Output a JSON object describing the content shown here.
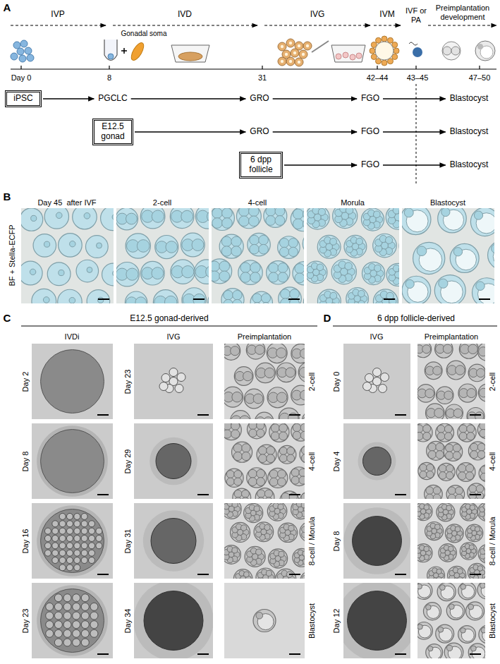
{
  "diagram": {
    "nodes": [
      {
        "text": [
          "iPSC"
        ]
      },
      {
        "text": [
          "PGCLC"
        ]
      },
      {
        "text": [
          "GRO"
        ]
      },
      {
        "text": [
          "FGO"
        ]
      },
      {
        "text": [
          "Blastocyst"
        ]
      },
      {
        "text": [
          "E12.5 gonad"
        ]
      },
      {
        "text": [
          "GRO"
        ]
      },
      {
        "text": [
          "FGO"
        ]
      },
      {
        "text": [
          "Blastocyst"
        ]
      },
      {
        "text": [
          "6 dpp follicle"
        ]
      },
      {
        "text": [
          "FGO"
        ]
      },
      {
        "text": [
          "Blastocyst"
        ]
      }
    ],
    "edges": [
      {
        "from": 0,
        "to": 1,
        "arrow": "to"
      },
      {
        "from": 1,
        "to": 2,
        "arrow": "to"
      },
      {
        "from": 2,
        "to": 3,
        "arrow": "to"
      },
      {
        "from": 3,
        "to": 4,
        "arrow": "to"
      },
      {
        "from": 5,
        "to": 6,
        "arrow": "to"
      },
      {
        "from": 6,
        "to": 7,
        "arrow": "to"
      },
      {
        "from": 7,
        "to": 8,
        "arrow": "to"
      },
      {
        "from": 9,
        "to": 10,
        "arrow": "to"
      },
      {
        "from": 10,
        "to": 11,
        "arrow": "to"
      }
    ],
    "labels": [
      "A",
      "IVP",
      "IVD",
      "IVG",
      "IVM",
      "IVF or PA",
      "Preimplantation development",
      "Gonadal soma",
      "Day 0",
      "8",
      "31",
      "42–44",
      "43–45",
      "47–50",
      "B",
      "Day 45  after IVF",
      "2-cell",
      "4-cell",
      "Morula",
      "Blastocyst",
      "BF + Stella-ECFP",
      "C",
      "E12.5 gonad-derived",
      "IVDi",
      "IVG",
      "Preimplantation",
      "Day 2",
      "Day 8",
      "Day 16",
      "Day 23",
      "Day 23",
      "Day 29",
      "Day 31",
      "Day 34",
      "2-cell",
      "4-cell",
      "8-cell / Morula",
      "Blastocyst",
      "D",
      "6 dpp follicle-derived",
      "IVG",
      "Preimplantation",
      "Day 0",
      "Day 4",
      "Day 8",
      "Day 12",
      "2-cell",
      "4-cell",
      "8-cell / Morula",
      "Blastocyst"
    ]
  }
}
